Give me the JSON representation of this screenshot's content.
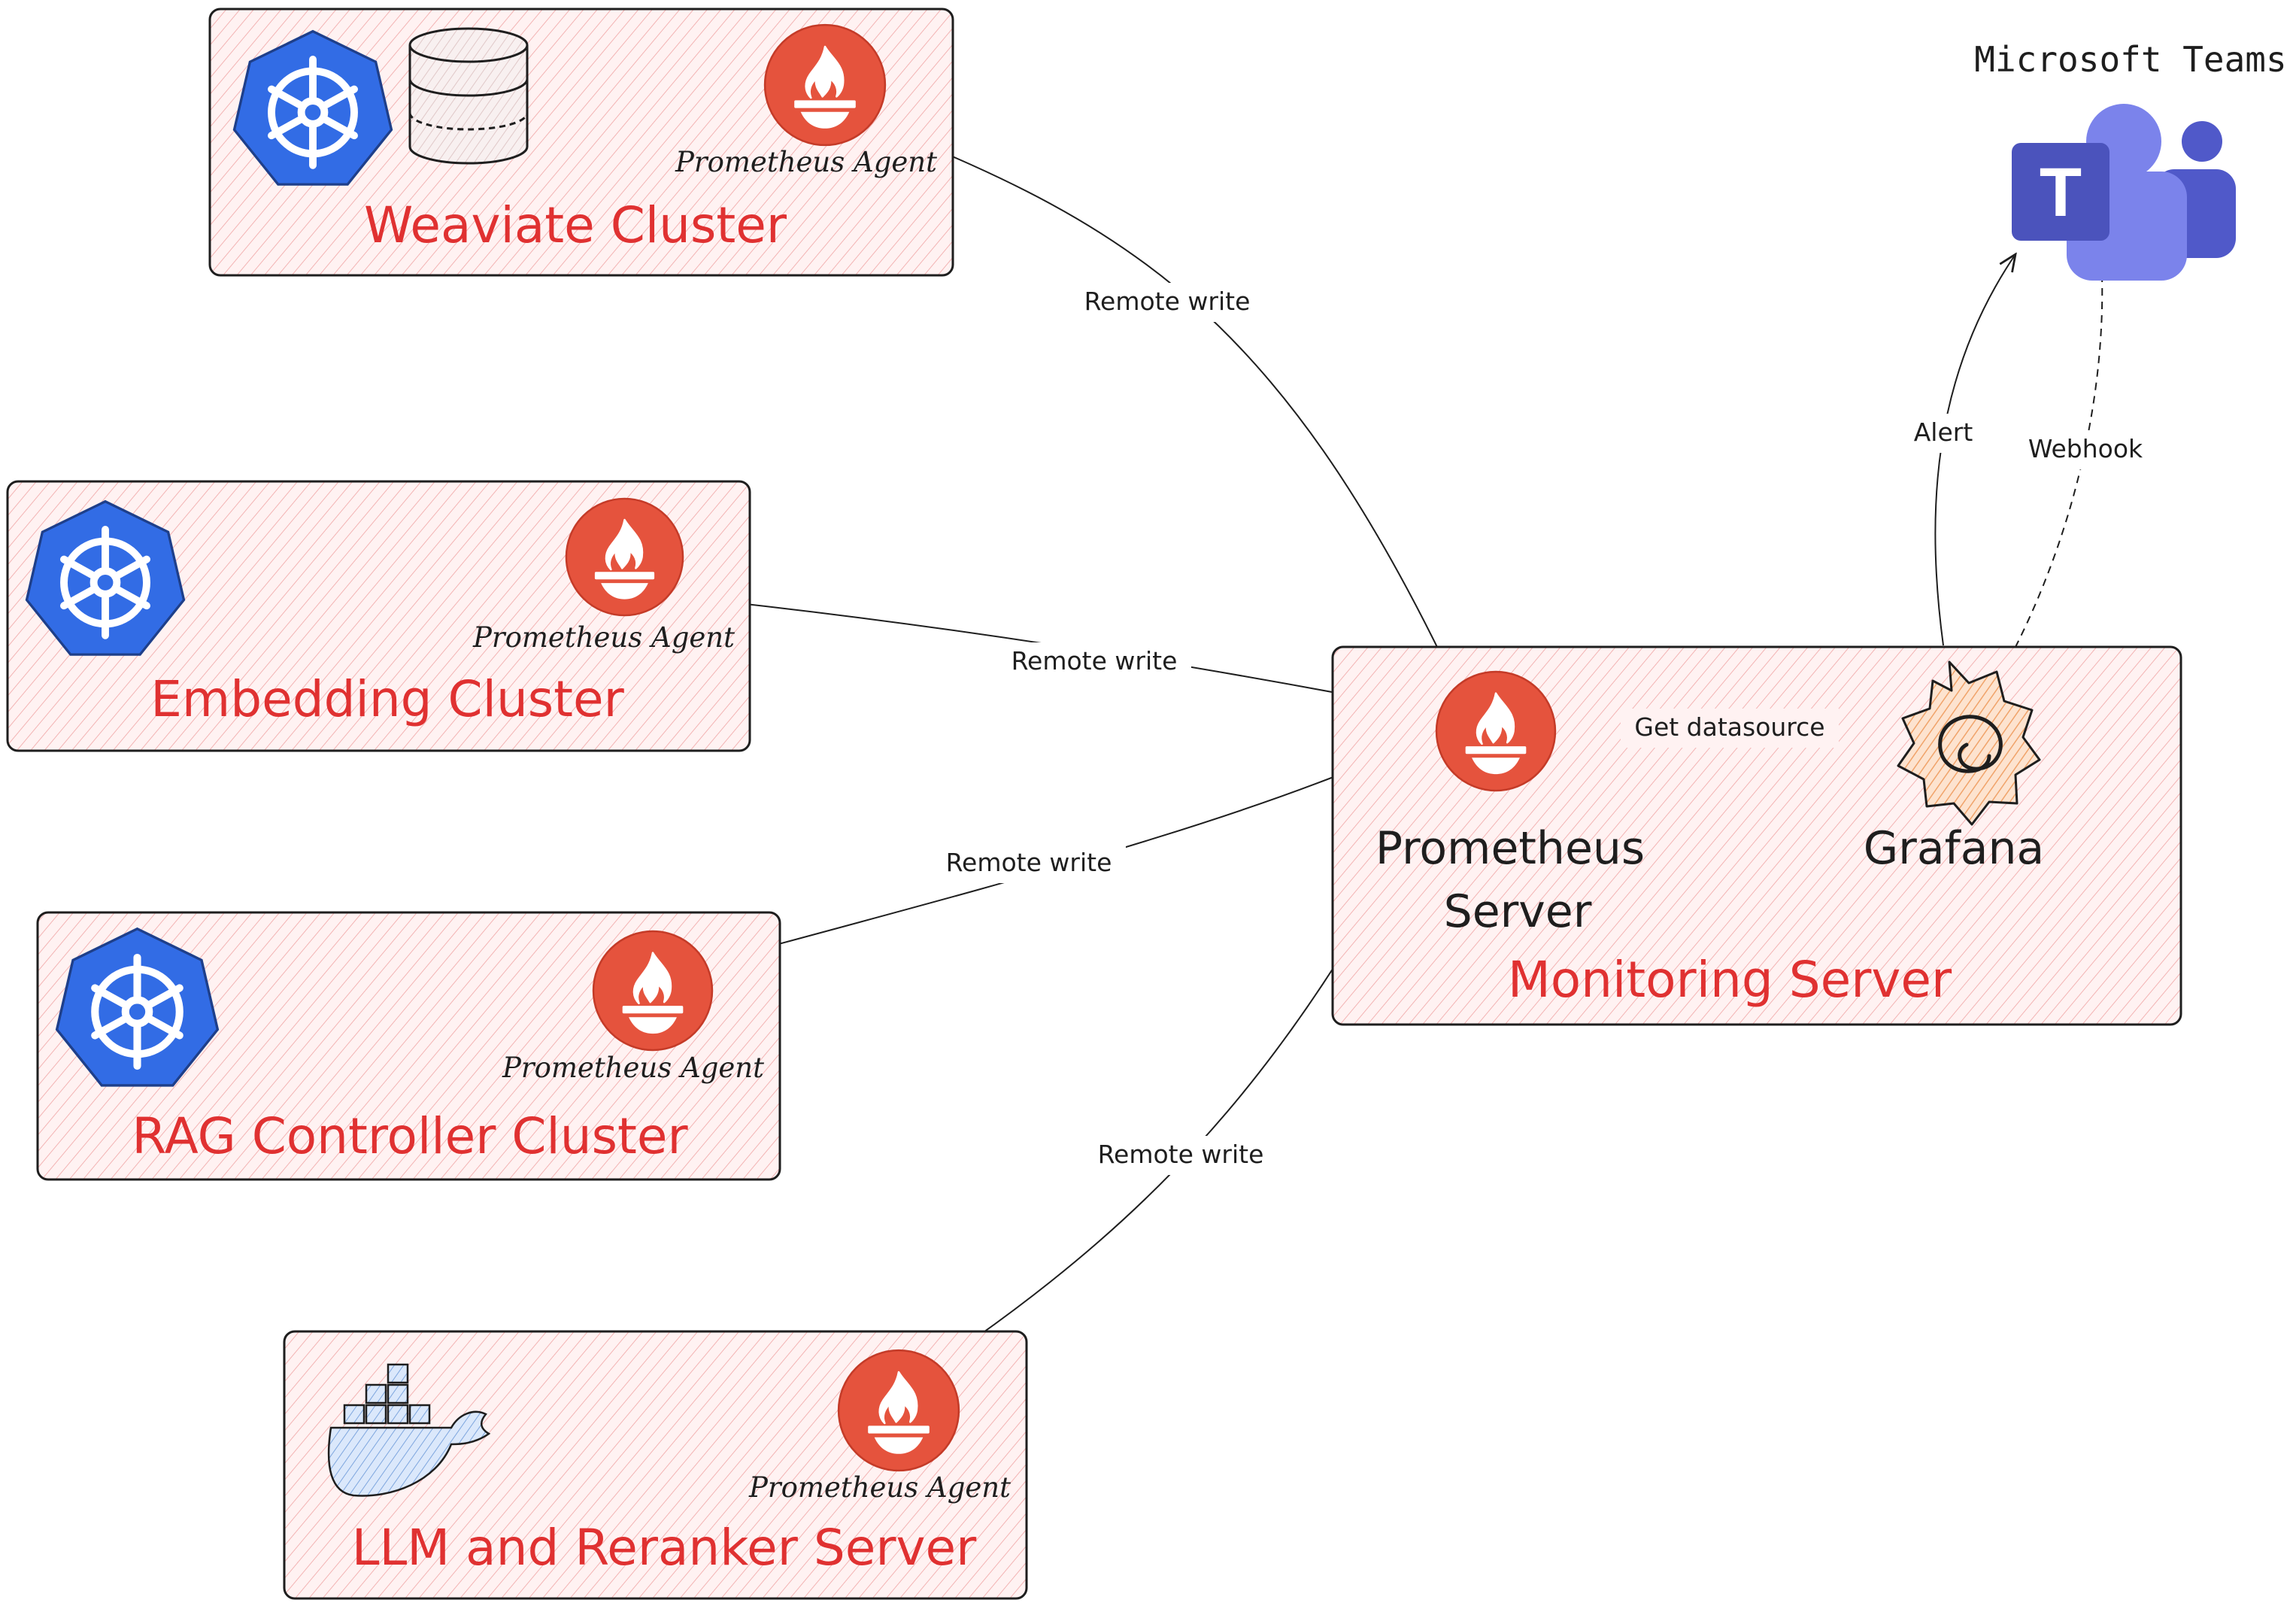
{
  "clusters": {
    "weaviate": {
      "title": "Weaviate Cluster",
      "agent": "Prometheus Agent"
    },
    "embedding": {
      "title": "Embedding Cluster",
      "agent": "Prometheus Agent"
    },
    "rag": {
      "title": "RAG Controller Cluster",
      "agent": "Prometheus Agent"
    },
    "llm": {
      "title": "LLM and Reranker Server",
      "agent": "Prometheus Agent"
    }
  },
  "monitoring": {
    "title": "Monitoring Server",
    "prometheus_line1": "Prometheus",
    "prometheus_line2": "Server",
    "grafana": "Grafana"
  },
  "teams": {
    "title": "Microsoft Teams",
    "logo_letter": "T"
  },
  "edges": {
    "weaviate_write": "Remote write",
    "embedding_write": "Remote write",
    "rag_write": "Remote write",
    "llm_write": "Remote write",
    "get_datasource": "Get datasource",
    "alert": "Alert",
    "webhook": "Webhook"
  },
  "colors": {
    "box_fill": "#fff0f0",
    "hatch": "#f4b6b6",
    "title_red": "#e03131",
    "prometheus": "#e5533d",
    "kubernetes": "#326ce5",
    "grafana": "#f5a86b",
    "teams": "#5059c9",
    "docker": "#a5c8f0"
  },
  "icons": {
    "kubernetes": "kubernetes-icon",
    "database": "database-icon",
    "prometheus": "prometheus-icon",
    "docker": "docker-icon",
    "grafana": "grafana-icon",
    "teams": "microsoft-teams-icon"
  }
}
